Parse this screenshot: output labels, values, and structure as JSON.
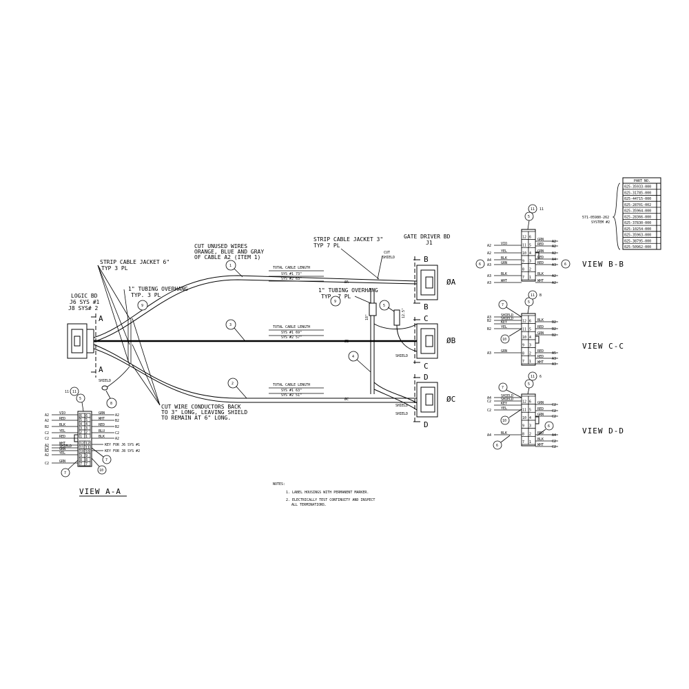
{
  "logic_bd": {
    "line1": "LOGIC BD",
    "line2": "J6 SYS #1",
    "line3": "J8 SYS# 2"
  },
  "gate_driver": {
    "line1": "GATE DRIVER BD",
    "line2": "J1"
  },
  "notes": {
    "strip_6_l1": "STRIP CABLE JACKET 6\"",
    "strip_6_l2": "TYP 3 PL",
    "tubing_3_l1": "1\" TUBING OVERHANG",
    "tubing_3_l2": "TYP. 3 PL",
    "cut_unused_l1": "CUT UNUSED WIRES",
    "cut_unused_l2": "ORANGE, BLUE AND GRAY",
    "cut_unused_l3": "OF CABLE A2 (ITEM 1)",
    "strip_3_l1": "STRIP CABLE JACKET 3\"",
    "strip_3_l2": "TYP 7 PL",
    "cut_shield_l1": "CUT",
    "cut_shield_l2": "SHIELD",
    "tubing_7_l1": "1\" TUBING OVERHANG",
    "tubing_7_l2": "TYP. 7 PL",
    "cut_cond_l1": "CUT WIRE CONDUCTORS BACK",
    "cut_cond_l2": "TO 3\" LONG, LEAVING SHIELD",
    "cut_cond_l3": "TO REMAIN AT 6\" LONG.",
    "shield": "SHIELD",
    "dim_12": "12.5\"",
    "dim_18": "18\""
  },
  "cables": {
    "total_label": "TOTAL CABLE LENGTH",
    "a_sys1": "SYS #1 73\"",
    "a_sys2": "SYS #2 63\"",
    "b_sys1": "SYS #1 69\"",
    "b_sys2": "SYS #2 57\"",
    "c_sys1": "SYS #1 63\"",
    "c_sys2": "SYS #2 51\"",
    "tag_a": "ØA",
    "tag_b": "ØB",
    "tag_c": "ØC",
    "lbl_a": "ØA",
    "lbl_b": "ØB",
    "lbl_c": "ØC"
  },
  "section_letters": {
    "a": "A",
    "b": "B",
    "c": "C",
    "d": "D"
  },
  "balloons": {
    "n1": "1",
    "n2": "2",
    "n3": "3",
    "n4": "4",
    "n5": "5",
    "n6": "6",
    "n7": "7",
    "n8": "8",
    "n9": "9",
    "n10": "10",
    "n11": "11"
  },
  "views": {
    "aa": "VIEW A-A",
    "bb": "VIEW B-B",
    "cc": "VIEW C-C",
    "dd": "VIEW D-D"
  },
  "view_aa": {
    "left_wires": [
      "A2",
      "A2",
      "B2",
      "C2",
      "C2",
      "A2",
      "C2",
      "B2",
      "A2",
      "C2"
    ],
    "left_colors": [
      "VIO",
      "RED",
      "BLK",
      "YEL",
      "RED",
      "WHT",
      "SHIELD",
      "GRN",
      "YEL",
      "GRN"
    ],
    "right_colors": [
      "GRN",
      "WHT",
      "RED",
      "BLU",
      "BLK"
    ],
    "right_wires": [
      "A2",
      "B2",
      "B2",
      "C2",
      "A2"
    ],
    "key_j6": "KEY FOR J6 SYS #1",
    "key_j8": "KEY FOR J8 SYS #2",
    "pins_top": [
      "6",
      "5",
      "4",
      "3",
      "2",
      "1"
    ],
    "pins_bot": [
      "12",
      "11",
      "10",
      "9",
      "8",
      "7"
    ]
  },
  "view_bb": {
    "left_wires": [
      "A2",
      "A2",
      "A4",
      "A3",
      "A3",
      "A3"
    ],
    "left_colors": [
      "VIO",
      "YEL",
      "BLK",
      "GRN",
      "BLK",
      "WHT"
    ],
    "right_colors": [
      "GRN",
      "RED",
      "GRN",
      "RED",
      "RED",
      "BLK",
      "WHT"
    ],
    "right_wires": [
      "A2",
      "A2",
      "A2",
      "A4",
      "A3",
      "A2",
      "A2"
    ],
    "pins": [
      "12",
      "6",
      "11",
      "5",
      "10",
      "4",
      "9",
      "3",
      "8",
      "2",
      "7",
      "1"
    ]
  },
  "view_cc": {
    "left_wires": [
      "A3",
      "B2",
      "",
      "B2",
      "A3"
    ],
    "left_colors": [
      "SHIELD",
      "SHIELD",
      "KEY",
      "YEL",
      "GRN"
    ],
    "right_colors": [
      "BLK",
      "RED",
      "GRN",
      "RED",
      "RED",
      "WHT"
    ],
    "right_wires": [
      "B2",
      "B2",
      "B2",
      "A5",
      "A3",
      "A3"
    ],
    "pins": [
      "12",
      "6",
      "11",
      "5",
      "10",
      "4",
      "9",
      "3",
      "8",
      "2",
      "7",
      "1"
    ]
  },
  "view_dd": {
    "left_wires": [
      "A4",
      "C2",
      "",
      "C2",
      "A4"
    ],
    "left_colors": [
      "SHIELD",
      "SHIELD",
      "KEY",
      "YEL",
      "BLK"
    ],
    "right_colors": [
      "GRN",
      "RED",
      "GRN",
      "RED",
      "BLK",
      "WHT"
    ],
    "right_wires": [
      "C2",
      "C2",
      "C2",
      "A4",
      "C2",
      "C2"
    ],
    "pins": [
      "12",
      "6",
      "11",
      "5",
      "10",
      "4",
      "9",
      "3",
      "8",
      "2",
      "7",
      "1"
    ]
  },
  "parts": {
    "header": "PART NO.",
    "items": [
      "025-35933-000",
      "025-31785-000",
      "025-44715-000",
      "025-28701-002",
      "025-35964-000",
      "025-28366-000",
      "025-37830-000",
      "025-10254-000",
      "025-35963-000",
      "025-38795-000",
      "025-50962-000"
    ],
    "assembly_l1": "571-05980-262",
    "assembly_l2": "SYSTEM #2"
  },
  "notes_block": {
    "title": "NOTES:",
    "n1": "1. LABEL HOUSINGS WITH PERMANENT MARKER.",
    "n2_l1": "2. ELECTRICALLY TEST CONTINUITY AND INSPECT",
    "n2_l2": "ALL TERMINATIONS."
  }
}
